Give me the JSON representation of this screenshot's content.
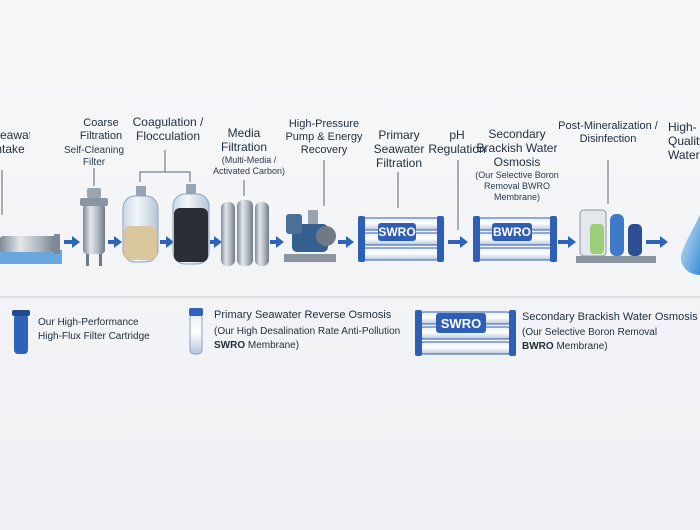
{
  "steps": {
    "intake": "Seawater Intake",
    "coarse": "Coarse Filtration",
    "coarse_sub": "Self-Cleaning Filter",
    "coag": "Coagulation / Flocculation",
    "media": "Media Filtration",
    "media_sub": "(Multi-Media / Activated Carbon)",
    "pump": "High-Pressure Pump & Energy Recovery",
    "primary": "Primary Seawater Filtration",
    "ph": "pH Regulation",
    "secondary": "Secondary Brackish Water Osmosis",
    "secondary_sub": "(Our Selective Boron Removal BWRO Membrane)",
    "postmin": "Post-Mineralization / Disinfection",
    "product": "High-Quality Water Production"
  },
  "module_labels": {
    "swro": "SWRO",
    "bwro": "BWRO"
  },
  "legend": {
    "cartridge_line1": "Our High-Performance",
    "cartridge_line2": "High-Flux Filter Cartridge",
    "primary_title": "Primary Seawater Reverse Osmosis",
    "primary_desc1": "(Our High Desalination Rate Anti-Pollution",
    "primary_bold": "SWRO",
    "primary_desc2": "Membrane)",
    "swro_badge": "SWRO",
    "secondary_title": "Secondary Brackish Water Osmosis",
    "secondary_desc1": "(Our Selective Boron Removal",
    "secondary_bold": "BWRO",
    "secondary_desc2": "Membrane)"
  },
  "colors": {
    "membrane_blue": "#2f5fb5",
    "arrow_blue": "#2d63b8",
    "water_blue": "#3b8fd6",
    "steel": "#9aa4ae"
  }
}
